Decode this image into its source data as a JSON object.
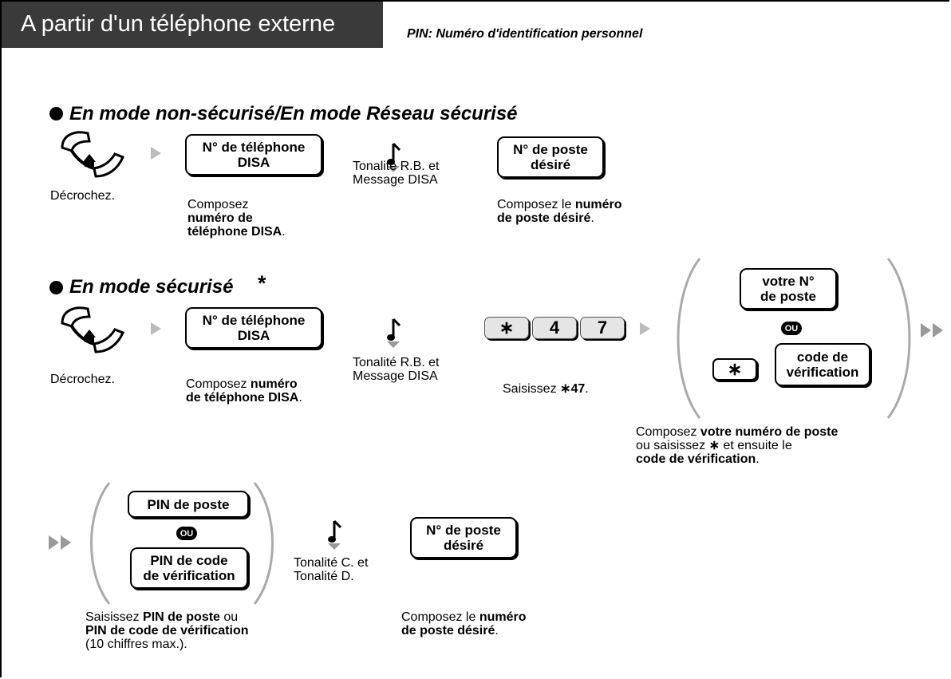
{
  "header": {
    "title": "A partir d'un téléphone externe",
    "pin_note": "PIN: Numéro d'identification personnel"
  },
  "section1": {
    "title": "En mode non-sécurisé/En mode Réseau sécurisé",
    "offhook": "Décrochez.",
    "box_disa": "N° de téléphone\nDISA",
    "dial_disa": {
      "a": "Composez",
      "b": "numéro de",
      "c": "téléphone DISA",
      "d": "."
    },
    "tone": {
      "line1": "Tonalité R.B. et",
      "line2": "Message DISA"
    },
    "box_ext": "N° de poste\ndésiré",
    "dial_ext": {
      "a": "Composez le ",
      "b": "numéro",
      "c": "de poste désiré",
      "d": "."
    }
  },
  "section2": {
    "title": "En mode sécurisé",
    "asterisk": "*",
    "offhook": "Décrochez.",
    "box_disa": "N° de téléphone\nDISA",
    "dial_disa": {
      "a": "Composez ",
      "b": "numéro",
      "c": "de téléphone DISA",
      "d": "."
    },
    "tone": {
      "line1": "Tonalité R.B. et",
      "line2": "Message DISA"
    },
    "keys": [
      "∗",
      "4",
      "7"
    ],
    "enter47": {
      "a": "Saisissez ",
      "b": "∗47",
      "c": "."
    },
    "box_ext": "votre N°\nde poste",
    "ou": "OU",
    "star_key": "∗",
    "box_ver": "code de\nvérification",
    "caption": {
      "a": "Composez ",
      "b": "votre numéro de poste",
      "c": "ou saisissez ",
      "d": "∗",
      "e": " et ensuite le",
      "f": "code de vérification",
      "g": "."
    }
  },
  "section3": {
    "box_pin": "PIN de poste",
    "ou": "OU",
    "box_pin_ver": "PIN de code\nde vérification",
    "tone": {
      "line1": "Tonalité C. et",
      "line2": "Tonalité D."
    },
    "box_ext": "N° de poste\ndésiré",
    "caption_pin": {
      "a": "Saisissez ",
      "b": "PIN de poste",
      "c": " ou",
      "d": "PIN de code de vérification",
      "e": "(10 chiffres max.)."
    },
    "caption_ext": {
      "a": "Composez le ",
      "b": "numéro",
      "c": "de poste désiré",
      "d": "."
    }
  }
}
